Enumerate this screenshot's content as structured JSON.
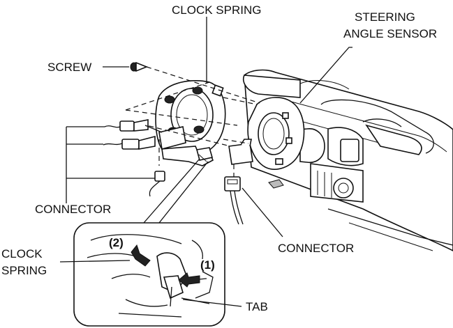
{
  "labels": {
    "clock_spring_top": "CLOCK SPRING",
    "steering_angle_sensor_line1": "STEERING",
    "steering_angle_sensor_line2": "ANGLE SENSOR",
    "screw": "SCREW",
    "connector_left": "CONNECTOR",
    "connector_right": "CONNECTOR",
    "clock_spring_detail_line1": "CLOCK",
    "clock_spring_detail_line2": "SPRING",
    "step_2": "(2)",
    "step_1": "(1)",
    "tab": "TAB"
  }
}
